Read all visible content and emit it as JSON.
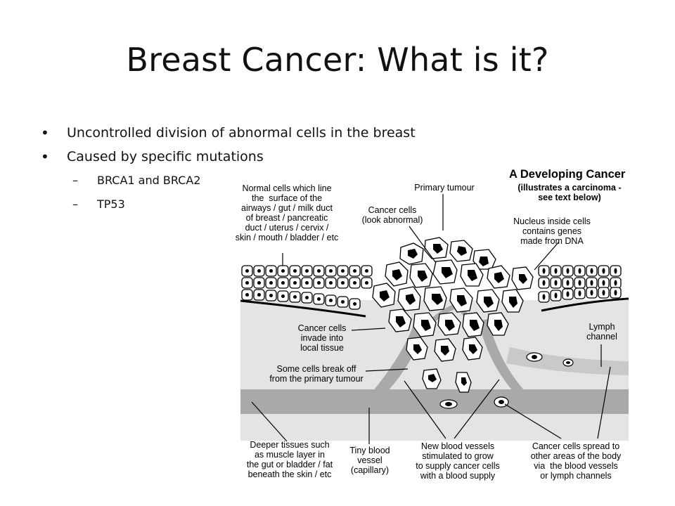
{
  "slide": {
    "title": "Breast Cancer: What is it?",
    "bullets": [
      {
        "text": "Uncontrolled division of abnormal cells in the breast"
      },
      {
        "text": "Caused by specific mutations",
        "sub": [
          "BRCA1 and BRCA2",
          "TP53"
        ]
      }
    ],
    "bullet_glyph": "•",
    "dash_glyph": "–"
  },
  "diagram": {
    "heading": "A Developing Cancer",
    "subheading": "(illustrates a carcinoma -\nsee text below)",
    "labels": {
      "normal_cells": "Normal cells which line\nthe  surface of the\nairways / gut / milk duct\nof breast / pancreatic\nduct / uterus / cervix /\nskin / mouth / bladder / etc",
      "primary_tumour": "Primary tumour",
      "cancer_cells": "Cancer cells\n(look abnormal)",
      "nucleus": "Nucleus inside cells\ncontains genes\nmade from DNA",
      "invade": "Cancer cells\ninvade into\nlocal tissue",
      "lymph": "Lymph\nchannel",
      "break_off": "Some cells break off\nfrom the primary tumour",
      "deeper": "Deeper tissues such\nas muscle layer in\nthe gut or bladder / fat\nbeneath the skin / etc",
      "tiny_vessel": "Tiny blood\nvessel\n(capillary)",
      "new_vessels": "New blood vessels\nstimulated to grow\nto supply cancer cells\nwith a blood supply",
      "spread": "Cancer cells spread to\nother areas of the body\nvia  the blood vessels\nor lymph channels"
    }
  }
}
